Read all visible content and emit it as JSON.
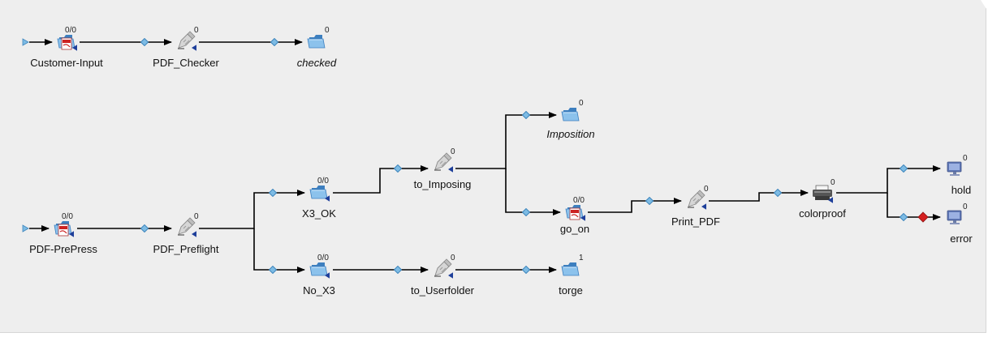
{
  "colors": {
    "canvas": "#eeeeee",
    "line": "#000000",
    "port": "#5ea6d6",
    "folder": "#4a8fc8",
    "tool": "#b6b6b6",
    "pdf_red": "#cc2222",
    "error_red": "#d42020",
    "monitor": "#5f77b5"
  },
  "nodes": {
    "customer_input": {
      "label": "Customer-Input",
      "count": "0/0",
      "icon": "pdf-folder-icon"
    },
    "pdf_checker": {
      "label": "PDF_Checker",
      "count": "0",
      "icon": "preflight-tool-icon"
    },
    "checked": {
      "label": "checked",
      "count": "0",
      "icon": "folder-icon"
    },
    "pdf_prepress": {
      "label": "PDF-PrePress",
      "count": "0/0",
      "icon": "pdf-folder-icon"
    },
    "pdf_preflight": {
      "label": "PDF_Preflight",
      "count": "0",
      "icon": "preflight-tool-icon"
    },
    "x3_ok": {
      "label": "X3_OK",
      "count": "0/0",
      "icon": "folder-icon"
    },
    "no_x3": {
      "label": "No_X3",
      "count": "0/0",
      "icon": "folder-icon"
    },
    "to_imposing": {
      "label": "to_Imposing",
      "count": "0",
      "icon": "preflight-tool-icon"
    },
    "to_userfolder": {
      "label": "to_Userfolder",
      "count": "0",
      "icon": "preflight-tool-icon"
    },
    "imposition": {
      "label": "Imposition",
      "count": "0",
      "icon": "folder-icon"
    },
    "go_on": {
      "label": "go_on",
      "count": "0/0",
      "icon": "pdf-folder-icon"
    },
    "torge": {
      "label": "torge",
      "count": "1",
      "icon": "folder-icon"
    },
    "print_pdf": {
      "label": "Print_PDF",
      "count": "0",
      "icon": "preflight-tool-icon"
    },
    "colorproof": {
      "label": "colorproof",
      "count": "0",
      "icon": "printer-icon"
    },
    "hold": {
      "label": "hold",
      "count": "0",
      "icon": "monitor-icon"
    },
    "error": {
      "label": "error",
      "count": "0",
      "icon": "monitor-icon"
    }
  }
}
